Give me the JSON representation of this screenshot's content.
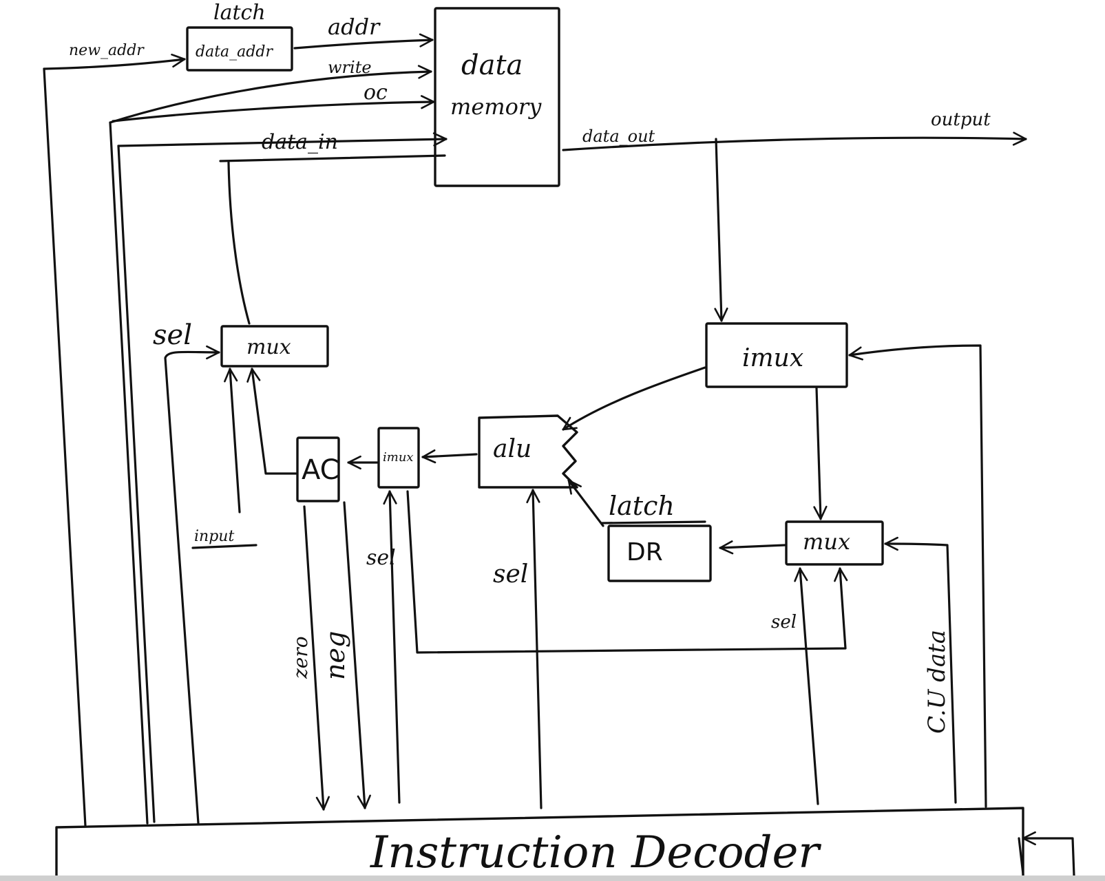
{
  "labels": {
    "latch_top": "latch",
    "new_addr": "new_addr",
    "data_addr": "data_addr",
    "addr": "addr",
    "write": "write",
    "oc": "oc",
    "data_memory_line1": "data",
    "data_memory_line2": "memory",
    "data_in": "data_in",
    "data_out": "data_out",
    "output": "output",
    "sel_left_mux": "sel",
    "mux_left": "mux",
    "input": "input",
    "ac": "AC",
    "imux_small": "imux",
    "alu": "alu",
    "imux_right": "imux",
    "latch_dr": "latch",
    "dr": "DR",
    "mux_right": "mux",
    "sel_imux_small": "sel",
    "sel_alu": "sel",
    "sel_mux_right": "sel",
    "zero": "zero",
    "neg": "neg",
    "cu_data": "C.U data",
    "instruction_decoder": "Instruction Decoder"
  }
}
